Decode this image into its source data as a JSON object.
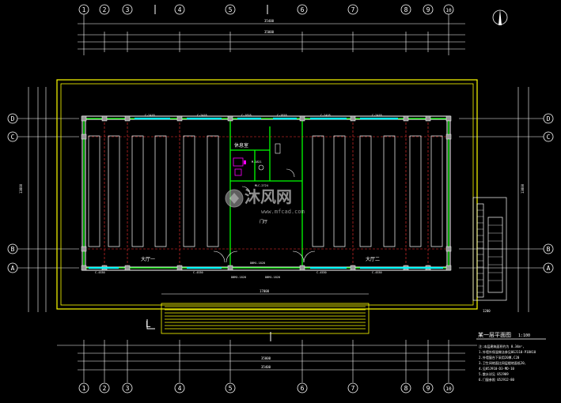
{
  "grid_top": [
    "1",
    "2",
    "3",
    "4",
    "5",
    "6",
    "7",
    "8",
    "9",
    "10"
  ],
  "grid_bottom": [
    "1",
    "2",
    "3",
    "4",
    "5",
    "6",
    "7",
    "8",
    "9",
    "10"
  ],
  "grid_left": [
    "D",
    "C",
    "B",
    "A"
  ],
  "grid_right": [
    "D",
    "C",
    "B",
    "A"
  ],
  "dims": {
    "overall_top": "35400",
    "overall_top_inner": "35000",
    "overall_bottom": "35000",
    "overall_bottom_outer": "35400",
    "terrace_width": "17000",
    "left_total": "13800",
    "right_total": "13800",
    "stair_width": "1200"
  },
  "room_labels": {
    "hall1": "大厅一",
    "hall2": "大厅二",
    "lounge": "休息室",
    "lobby": "门厅",
    "bottom_tag": "L"
  },
  "window_labels": [
    "C-2418",
    "C-2418",
    "C-1818",
    "C-1818",
    "C-2418",
    "C-2418",
    "C-4530",
    "C-4530",
    "C-4530",
    "C-4530"
  ],
  "door_labels": [
    "M-1821",
    "MLC-2724",
    "DBM2-1828",
    "DBM1-1828",
    "DBM1-1828"
  ],
  "drawing_title": "某一层平面图",
  "scale": "1:100",
  "watermark_main": "沐风网",
  "watermark_url": "www.mfcad.com",
  "notes": [
    "注:本层建筑面积约为 0.34m²,",
    "1.外墙外保温做法参见06J110-P18A10",
    "2.外墙窗台下采用20厚,C20",
    "3.卫生间地面比同层楼地面低20,",
    "4.见05J910-D3-MD-10",
    "5.散水详见 05J909",
    "6.门窗参照 05J912-80"
  ]
}
